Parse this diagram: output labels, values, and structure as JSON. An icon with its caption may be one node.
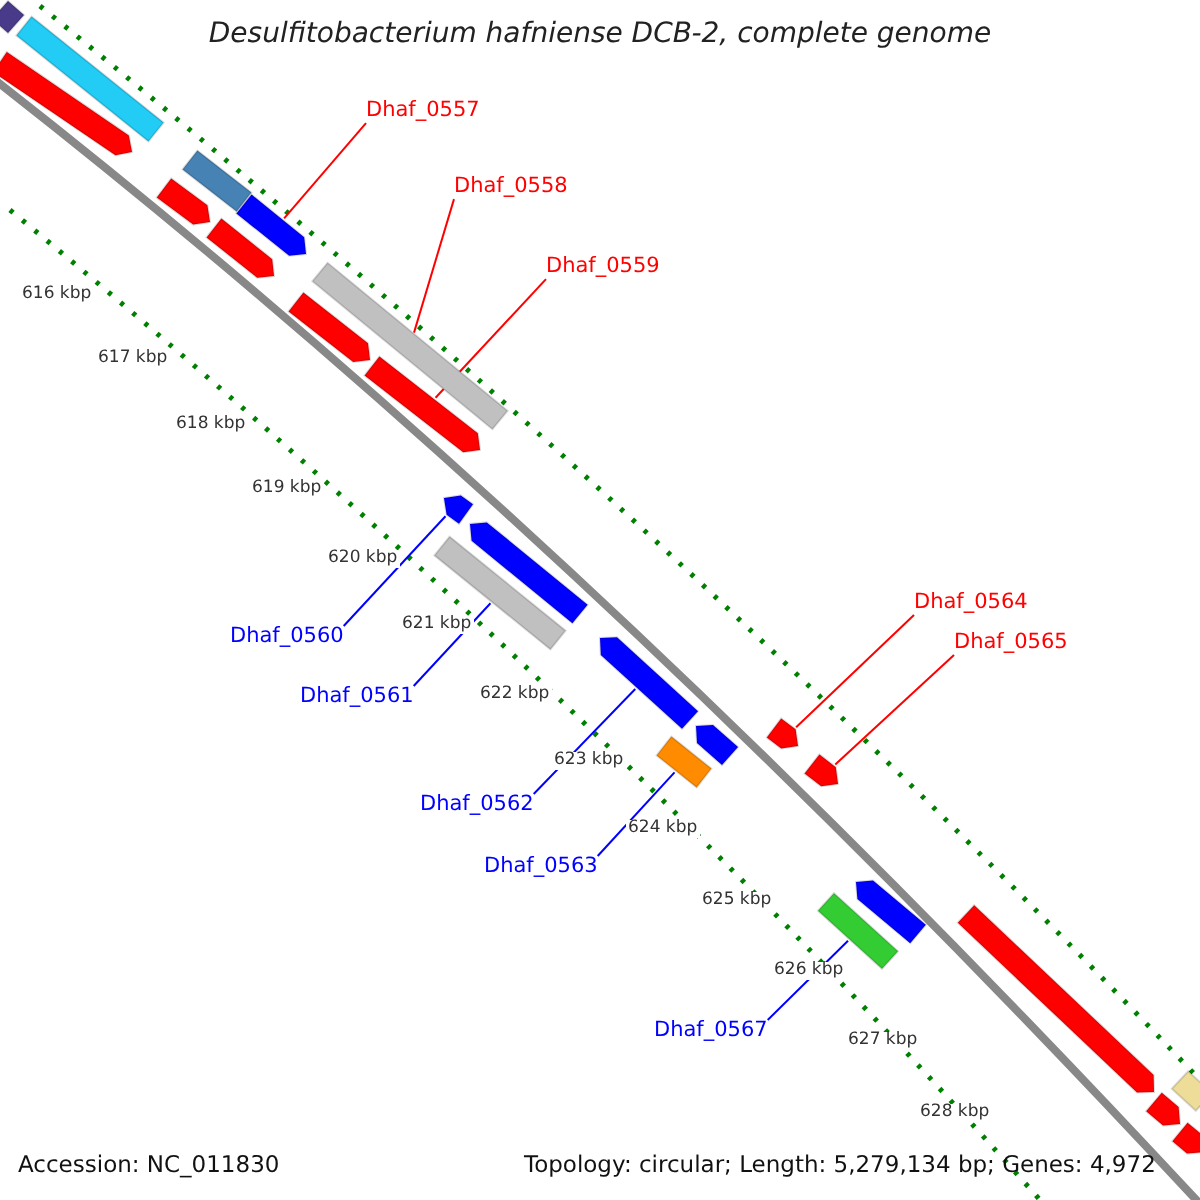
{
  "diagram": {
    "title": "Desulfitobacterium hafniense DCB-2, complete genome",
    "nodes": [
      {
        "text": [
          "Dhaf_0557"
        ]
      },
      {
        "text": [
          "Dhaf_0558"
        ]
      },
      {
        "text": [
          "Dhaf_0559"
        ]
      },
      {
        "text": [
          "Dhaf_0560"
        ]
      },
      {
        "text": [
          "Dhaf_0561"
        ]
      },
      {
        "text": [
          "Dhaf_0562"
        ]
      },
      {
        "text": [
          "Dhaf_0563"
        ]
      },
      {
        "text": [
          "Dhaf_0564"
        ]
      },
      {
        "text": [
          "Dhaf_0565"
        ]
      },
      {
        "text": [
          "Dhaf_0567"
        ]
      },
      {
        "text": [],
        "shape": "bar"
      },
      {
        "text": [],
        "shape": "bar"
      },
      {
        "text": [],
        "shape": "bar"
      },
      {
        "text": [],
        "shape": "bar"
      },
      {
        "text": [],
        "shape": "bar"
      },
      {
        "text": [],
        "shape": "bar"
      },
      {
        "text": [],
        "shape": "bar"
      },
      {
        "text": [],
        "shape": "bar"
      },
      {
        "text": [],
        "shape": "bar"
      },
      {
        "text": [],
        "shape": "bar"
      },
      {
        "text": [],
        "shape": "bar"
      },
      {
        "text": [],
        "shape": "bar"
      },
      {
        "text": [],
        "shape": "bar"
      },
      {
        "text": [],
        "shape": "bar"
      },
      {
        "text": [],
        "shape": "bar"
      },
      {
        "text": [],
        "shape": "bar"
      },
      {
        "text": [],
        "shape": "bar"
      },
      {
        "text": [],
        "shape": "bar"
      },
      {
        "text": [],
        "shape": "bar"
      },
      {
        "text": [],
        "shape": "bar"
      },
      {
        "text": [],
        "shape": "bar"
      },
      {
        "text": [],
        "shape": "bar"
      },
      {
        "text": [],
        "shape": "bar"
      },
      {
        "text": [],
        "shape": "bar"
      }
    ],
    "edges": [
      {
        "from": 0,
        "to": 14,
        "arrow": "none"
      },
      {
        "from": 1,
        "to": 17,
        "arrow": "none"
      },
      {
        "from": 2,
        "to": 19,
        "arrow": "none"
      },
      {
        "from": 3,
        "to": 20,
        "arrow": "none",
        "color": "#0000ff"
      },
      {
        "from": 4,
        "to": 22,
        "arrow": "none",
        "color": "#0000ff"
      },
      {
        "from": 5,
        "to": 23,
        "arrow": "none",
        "color": "#0000ff"
      },
      {
        "from": 6,
        "to": 25,
        "arrow": "none",
        "color": "#0000ff"
      },
      {
        "from": 7,
        "to": 26,
        "arrow": "none"
      },
      {
        "from": 8,
        "to": 27,
        "arrow": "none"
      },
      {
        "from": 9,
        "to": 29,
        "arrow": "none",
        "color": "#0000ff"
      }
    ],
    "labels": [
      "616 kbp",
      "617 kbp",
      "618 kbp",
      "619 kbp",
      "620 kbp",
      "621 kbp",
      "622 kbp",
      "623 kbp",
      "624 kbp",
      "625 kbp",
      "626 kbp",
      "627 kbp",
      "628 kbp",
      "Accession: NC_011830",
      "Topology: circular; Length: 5,279,134 bp; Genes: 4,972"
    ]
  }
}
